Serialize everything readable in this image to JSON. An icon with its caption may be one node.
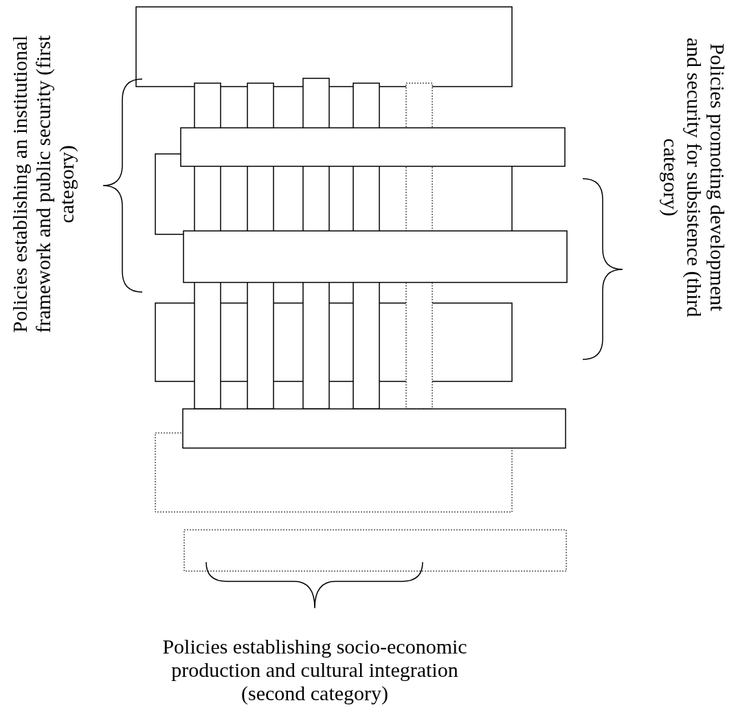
{
  "diagram": {
    "labels": [
      "Policies establishing an institutional framework and public security (first category)",
      "Policies promoting development and security for subsistence (third category)",
      "Policies establishing socio-economic production and cultural integration (second category)"
    ]
  }
}
